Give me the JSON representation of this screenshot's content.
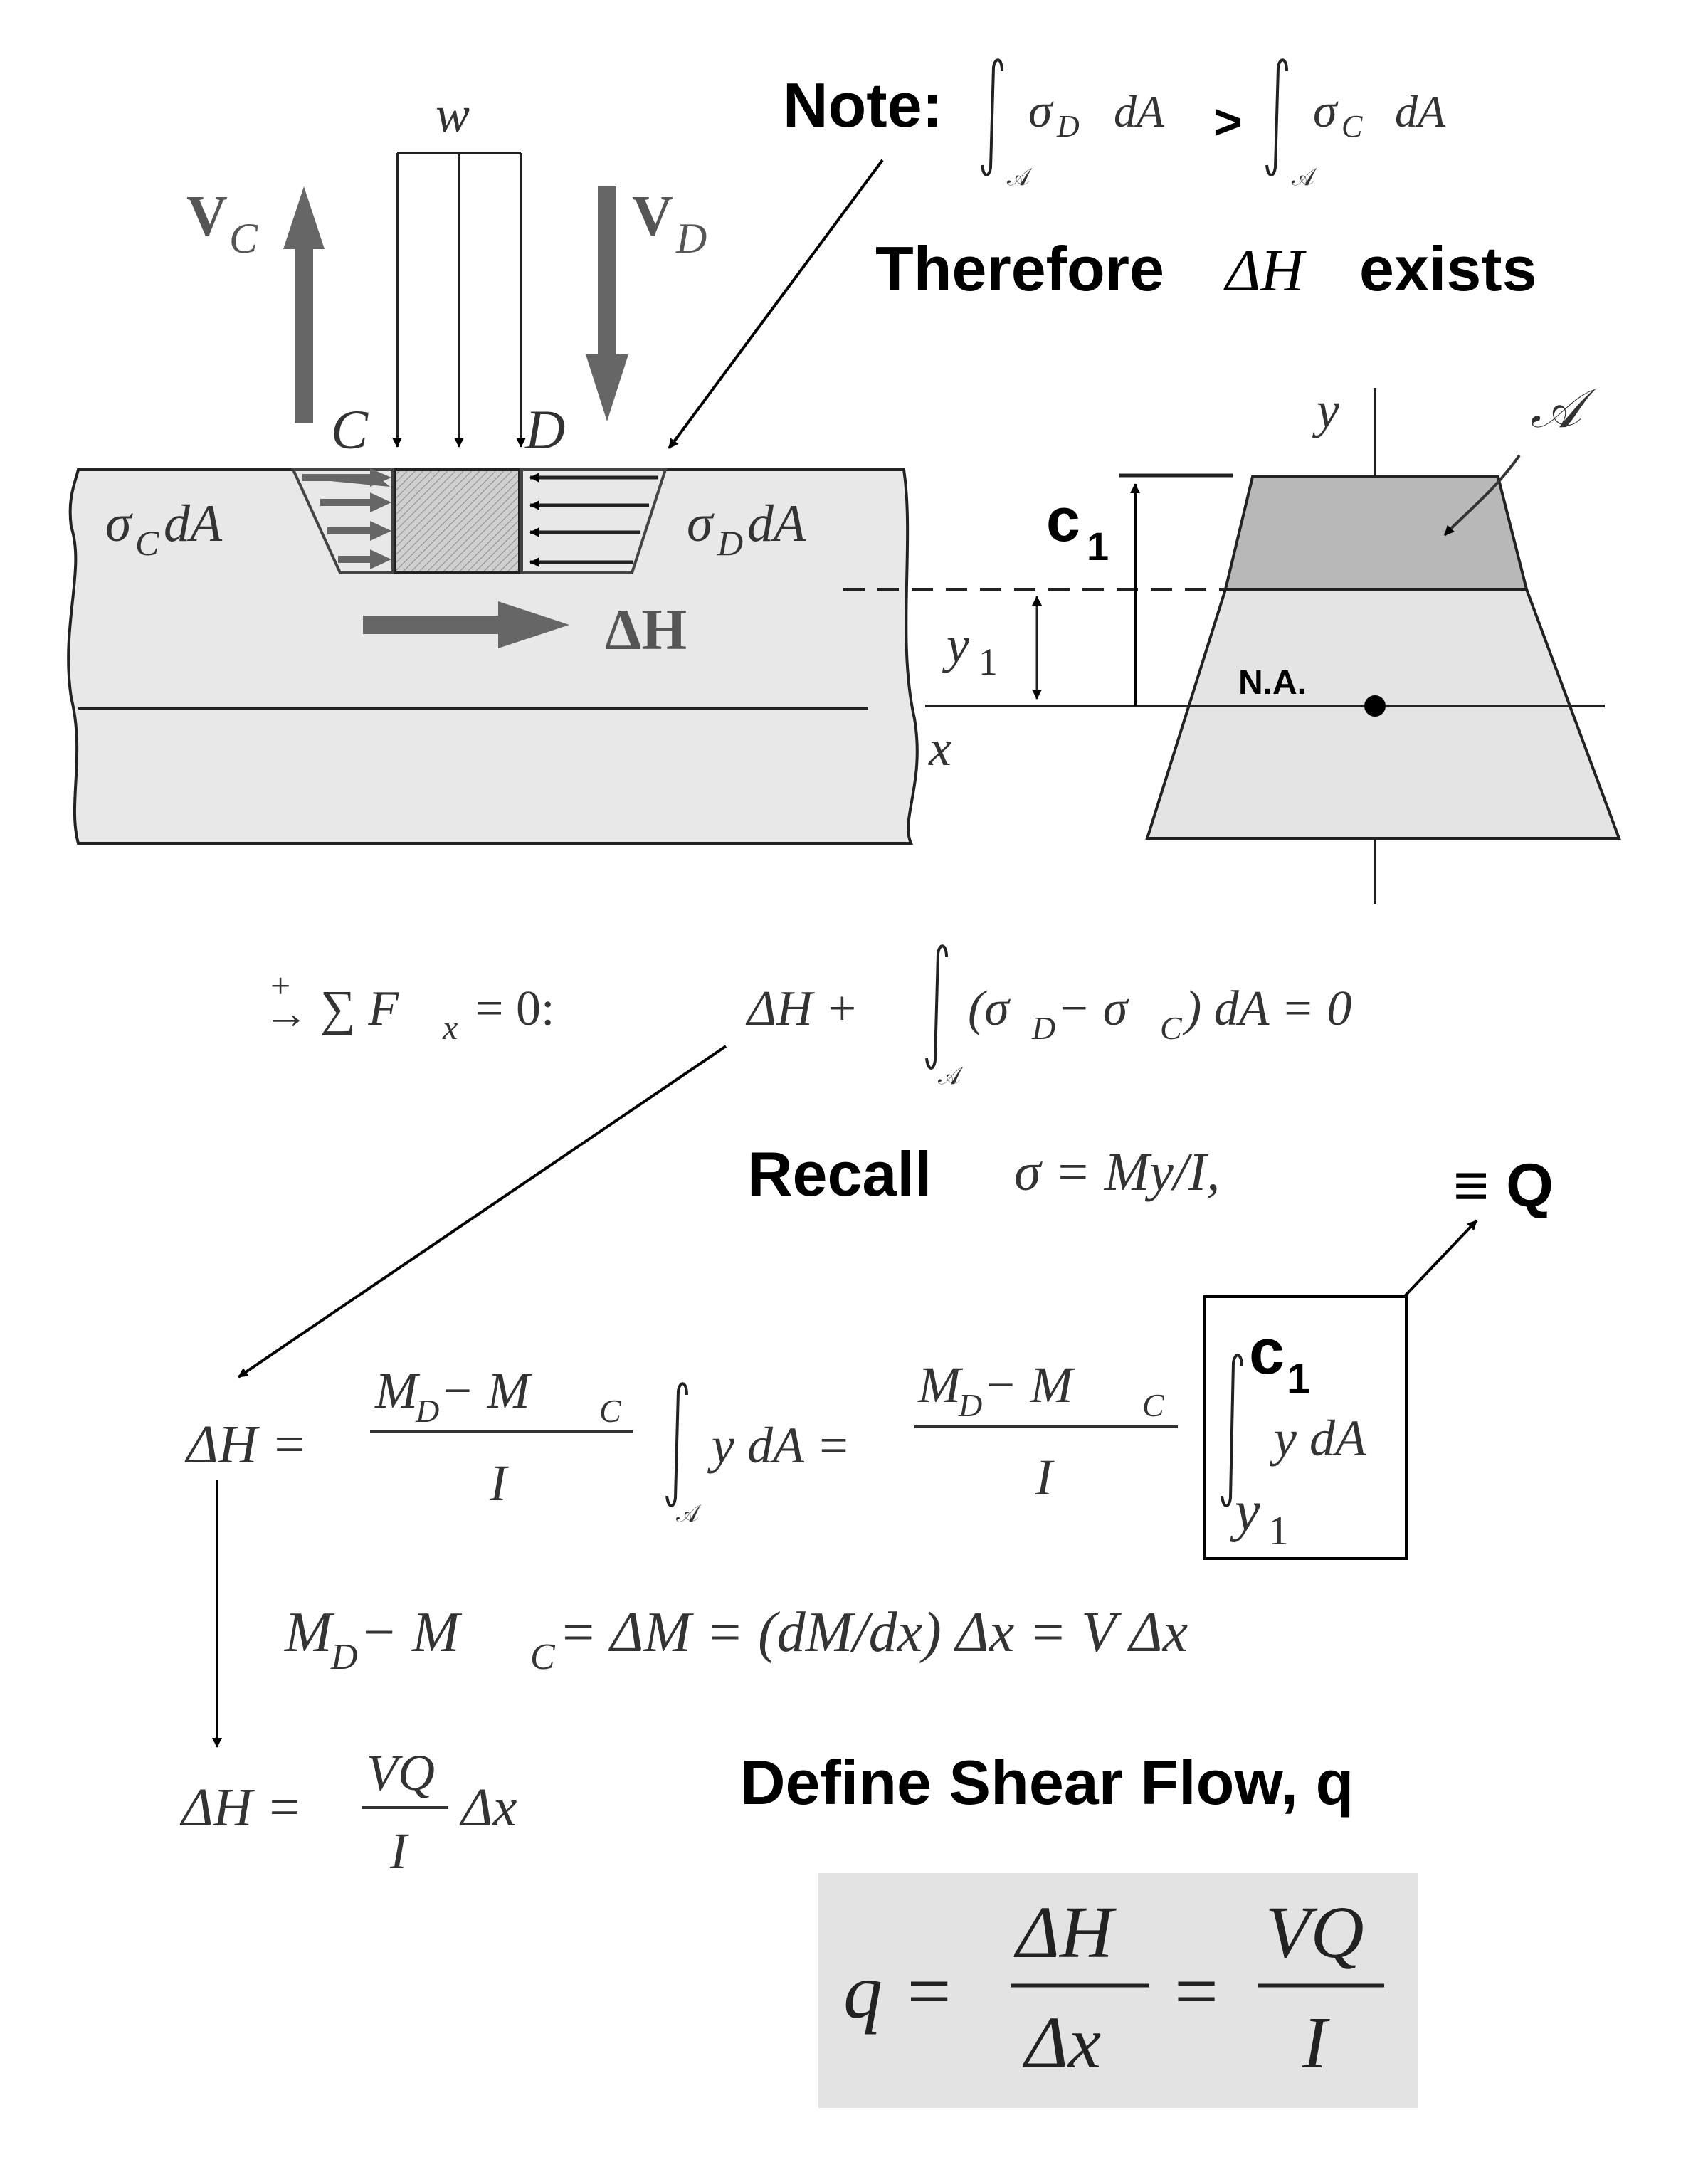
{
  "note": {
    "label": "Note:",
    "sigma_D": "σ",
    "sub_D": "D",
    "dA": "dA",
    "gt": ">",
    "sigma_C": "σ",
    "sub_C": "C",
    "area_script": "𝒜"
  },
  "therefore": {
    "word": "Therefore",
    "delta_h": "ΔH",
    "exists": "exists"
  },
  "beam": {
    "w_label": "w",
    "vc_V": "V",
    "vc_sub": "C",
    "vd_V": "V",
    "vd_sub": "D",
    "c_label": "C",
    "d_label": "D",
    "sigma_c_dA": "σ",
    "sigma_c_sub": "C",
    "sigma_c_tail": " dA",
    "sigma_d_dA": "σ",
    "sigma_d_sub": "D",
    "sigma_d_tail": " dA",
    "delta_h_label": "ΔH"
  },
  "section": {
    "y_axis": "y",
    "area_label": "𝒜",
    "c1_main": "c",
    "c1_sub": "1",
    "y1_main": "y",
    "y1_sub": "1",
    "x_label": "x",
    "na_label": "N.A."
  },
  "equilibrium": {
    "plus": "+",
    "arrow": "→",
    "sum": "∑ F",
    "sum_sub": "x",
    "eq": "= 0:",
    "lhs": "ΔH +",
    "integrand": "(σ",
    "i_sub_D": "D",
    "minus": " − σ",
    "i_sub_C": "C",
    "tail": ") dA = 0",
    "area_script": "𝒜"
  },
  "recall": {
    "word": "Recall",
    "formula": "σ = My/I,"
  },
  "q_def": {
    "label": "≡ Q"
  },
  "delta_h_eq": {
    "lhs": "ΔH =",
    "num1": "M",
    "num1_sub": "D",
    "num1_mid": " − M",
    "num1_sub2": "C",
    "den1": "I",
    "integrand1": "y dA =",
    "num2": "M",
    "num2_sub": "D",
    "num2_mid": " − M",
    "num2_sub2": "C",
    "den2": "I",
    "upper_main": "c",
    "upper_sub": "1",
    "integrand2": "y dA",
    "lower_main": "y",
    "lower_sub": "1",
    "area_script": "𝒜"
  },
  "moment_eq": {
    "m": "M",
    "sub_D": "D",
    "mid": " − M",
    "sub_C": "C",
    "rest": " = ΔM = (dM/dx) Δx = V Δx"
  },
  "delta_h_vq": {
    "lhs": "ΔH =",
    "num": "VQ",
    "den": "I",
    "tail": "Δx"
  },
  "define": {
    "text": "Define Shear Flow, q"
  },
  "boxed_q": {
    "q": "q =",
    "num1": "ΔH",
    "den1": "Δx",
    "eq": "=",
    "num2": "VQ",
    "den2": "I"
  }
}
